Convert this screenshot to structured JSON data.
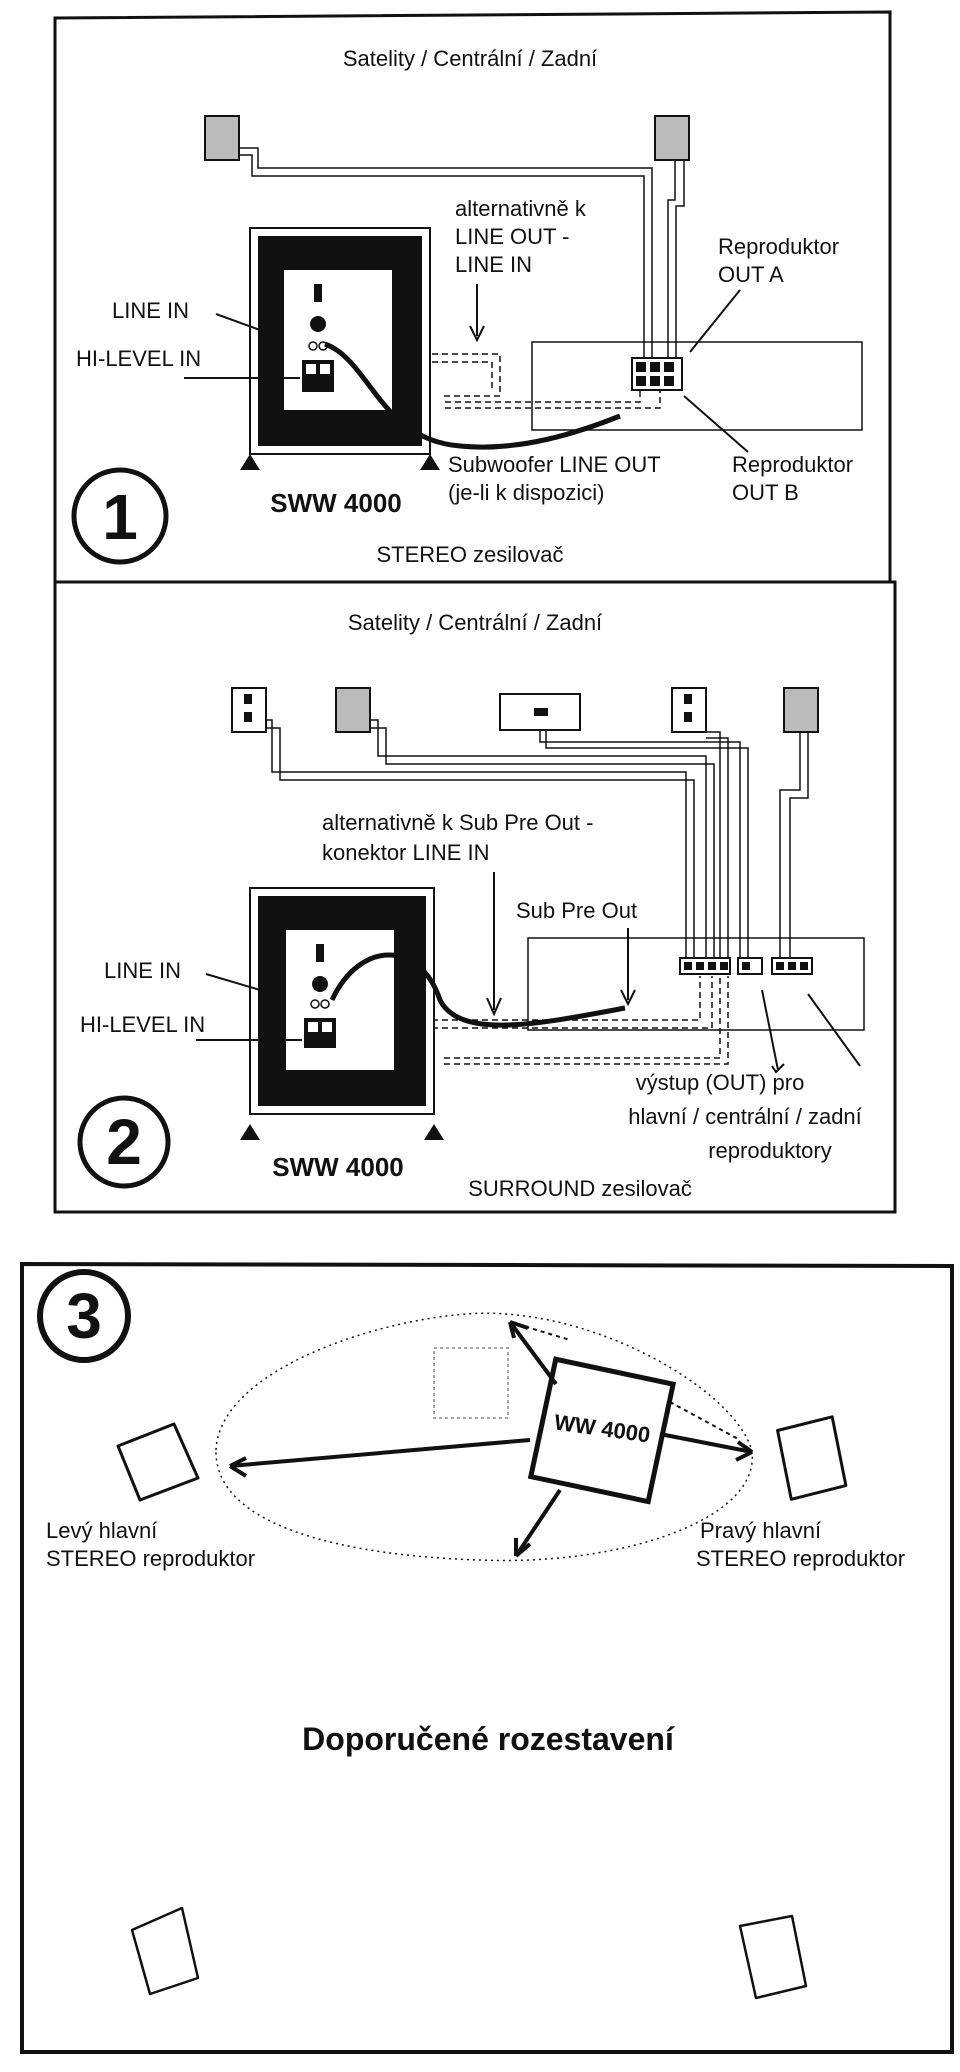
{
  "panel1": {
    "number": "1",
    "title": "Satelity / Centrální / Zadní",
    "alt_label": [
      "alternativně k",
      "LINE OUT -",
      "LINE IN"
    ],
    "line_in": "LINE IN",
    "hi_level_in": "HI-LEVEL IN",
    "out_a": [
      "Reproduktor",
      "OUT A"
    ],
    "out_b": [
      "Reproduktor",
      "OUT B"
    ],
    "sub_line_out": [
      "Subwoofer LINE OUT",
      "(je-li k dispozici)"
    ],
    "model": "SWW 4000",
    "amp": "STEREO zesilovač"
  },
  "panel2": {
    "number": "2",
    "title": "Satelity / Centrální / Zadní",
    "alt_label": [
      "alternativně k Sub Pre Out -",
      "konektor LINE IN"
    ],
    "sub_pre_out": "Sub Pre Out",
    "line_in": "LINE IN",
    "hi_level_in": "HI-LEVEL IN",
    "outputs": [
      "výstup (OUT) pro",
      "hlavní / centrální / zadní",
      "reproduktory"
    ],
    "model": "SWW 4000",
    "amp": "SURROUND zesilovač"
  },
  "panel3": {
    "number": "3",
    "sub_model": "WW 4000",
    "left": [
      "Levý hlavní",
      "STEREO reproduktor"
    ],
    "right": [
      "Pravý hlavní",
      "STEREO reproduktor"
    ],
    "heading": "Doporučené rozestavení"
  }
}
